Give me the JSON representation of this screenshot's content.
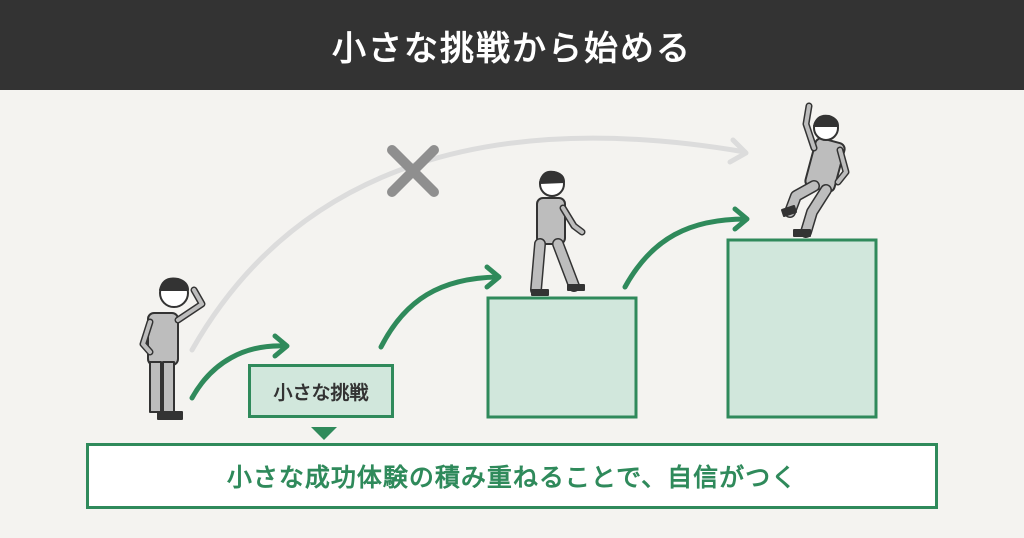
{
  "header": {
    "title": "小さな挑戦から始める"
  },
  "diagram": {
    "small_step_label": "小さな挑戦",
    "message": "小さな成功体験の積み重ねることで、自信がつく"
  },
  "colors": {
    "header_bg": "#333333",
    "background": "#f4f3f0",
    "accent_green": "#2f8a5b",
    "block_fill": "#d1e7dc",
    "faded_path": "#d9d9d9",
    "suit_gray": "#bdbdbd"
  },
  "icons": [
    "person-thinking-icon",
    "person-walking-icon",
    "person-celebrating-icon",
    "cross-mark-icon",
    "arrow-icon"
  ]
}
